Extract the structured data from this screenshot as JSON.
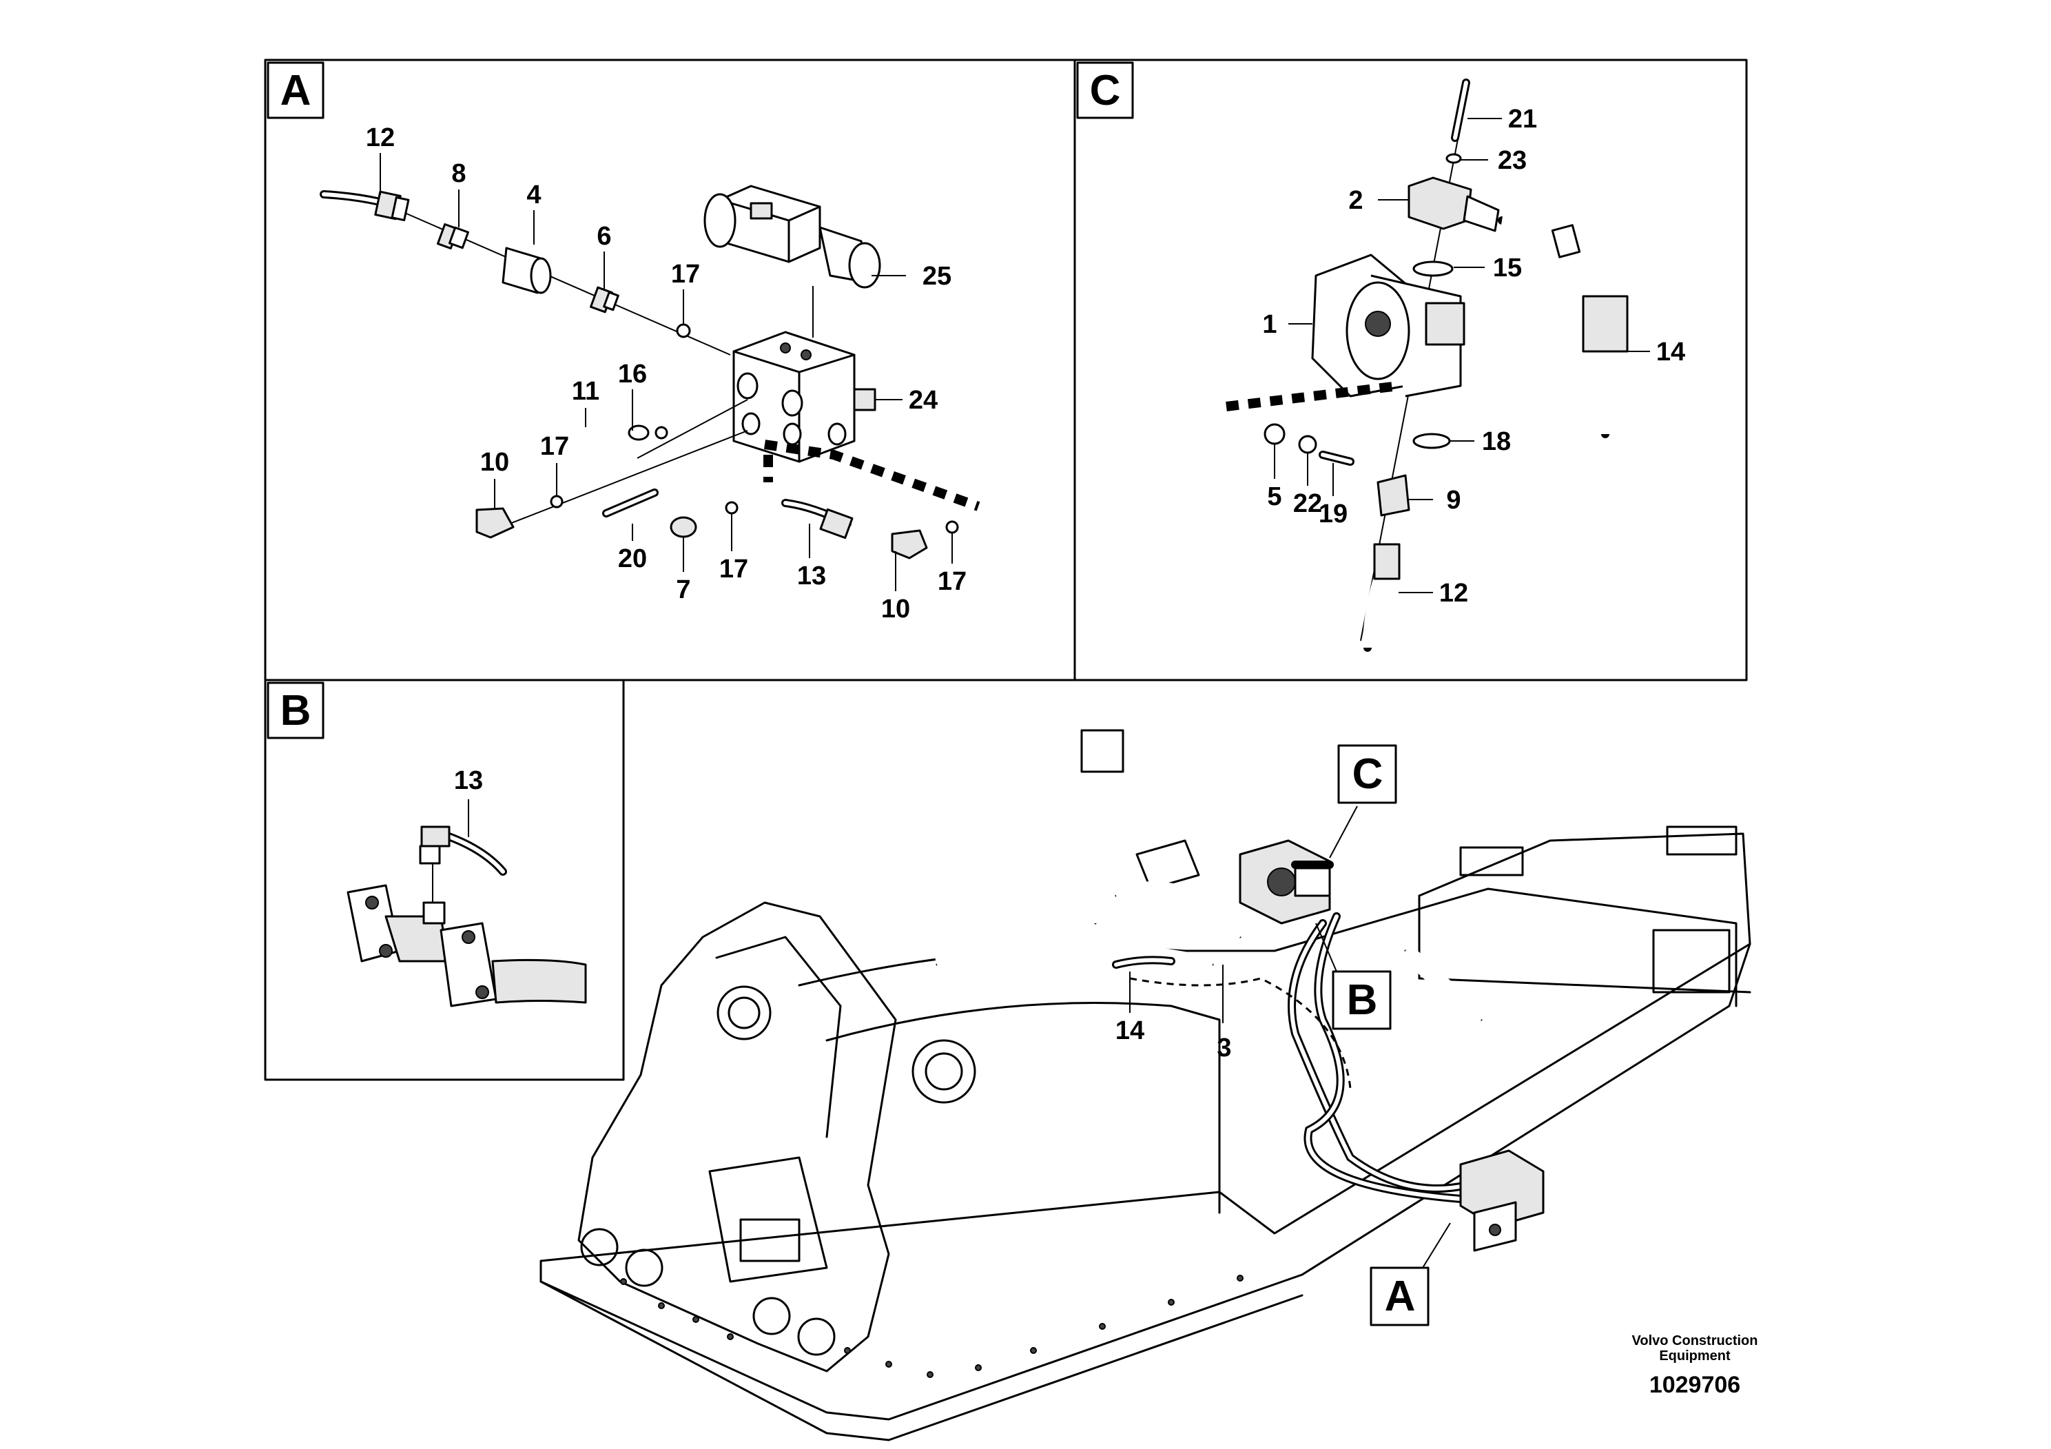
{
  "panels": {
    "A": {
      "letter": "A",
      "callouts": [
        "12",
        "8",
        "4",
        "6",
        "17",
        "25",
        "11",
        "16",
        "24",
        "10",
        "17",
        "20",
        "7",
        "17",
        "13",
        "10",
        "17"
      ]
    },
    "B": {
      "letter": "B",
      "callouts": [
        "13"
      ]
    },
    "C": {
      "letter": "C",
      "callouts": [
        "21",
        "23",
        "2",
        "15",
        "1",
        "14",
        "5",
        "22",
        "19",
        "18",
        "9",
        "12"
      ]
    }
  },
  "main_view": {
    "callouts": [
      "14",
      "3"
    ],
    "markers": [
      "C",
      "B",
      "A"
    ]
  },
  "footer": {
    "brand_line1": "Volvo Construction",
    "brand_line2": "Equipment",
    "number": "1029706"
  }
}
